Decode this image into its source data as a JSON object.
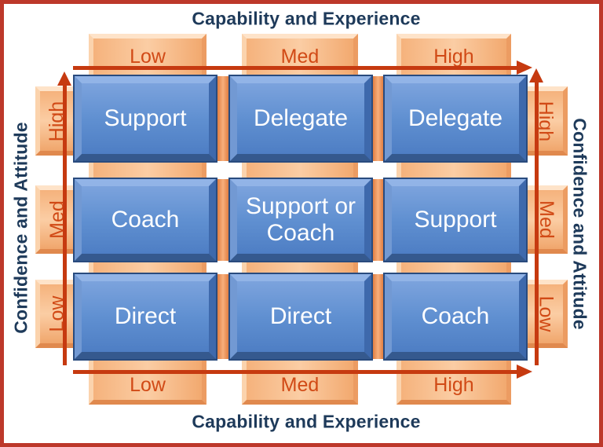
{
  "titles": {
    "top": "Capability and Experience",
    "bottom": "Capability and Experience",
    "left": "Confidence and Attitude",
    "right": "Confidence and Attitude"
  },
  "axis_labels": {
    "capability_top": [
      "Low",
      "Med",
      "High"
    ],
    "capability_bottom": [
      "Low",
      "Med",
      "High"
    ],
    "confidence_left": [
      "High",
      "Med",
      "Low"
    ],
    "confidence_right": [
      "High",
      "Med",
      "Low"
    ]
  },
  "matrix": {
    "rows": [
      [
        "Support",
        "Delegate",
        "Delegate"
      ],
      [
        "Coach",
        "Support or Coach",
        "Support"
      ],
      [
        "Direct",
        "Direct",
        "Coach"
      ]
    ]
  },
  "colors": {
    "cell_blue": "#6090d1",
    "bar_orange": "#f8be8d",
    "bar_label_text": "#d14a16",
    "axis_line_red": "#c63a10",
    "title_navy": "#1e3a5a",
    "frame_red": "#bd382a",
    "cell_text": "#ffffff"
  }
}
